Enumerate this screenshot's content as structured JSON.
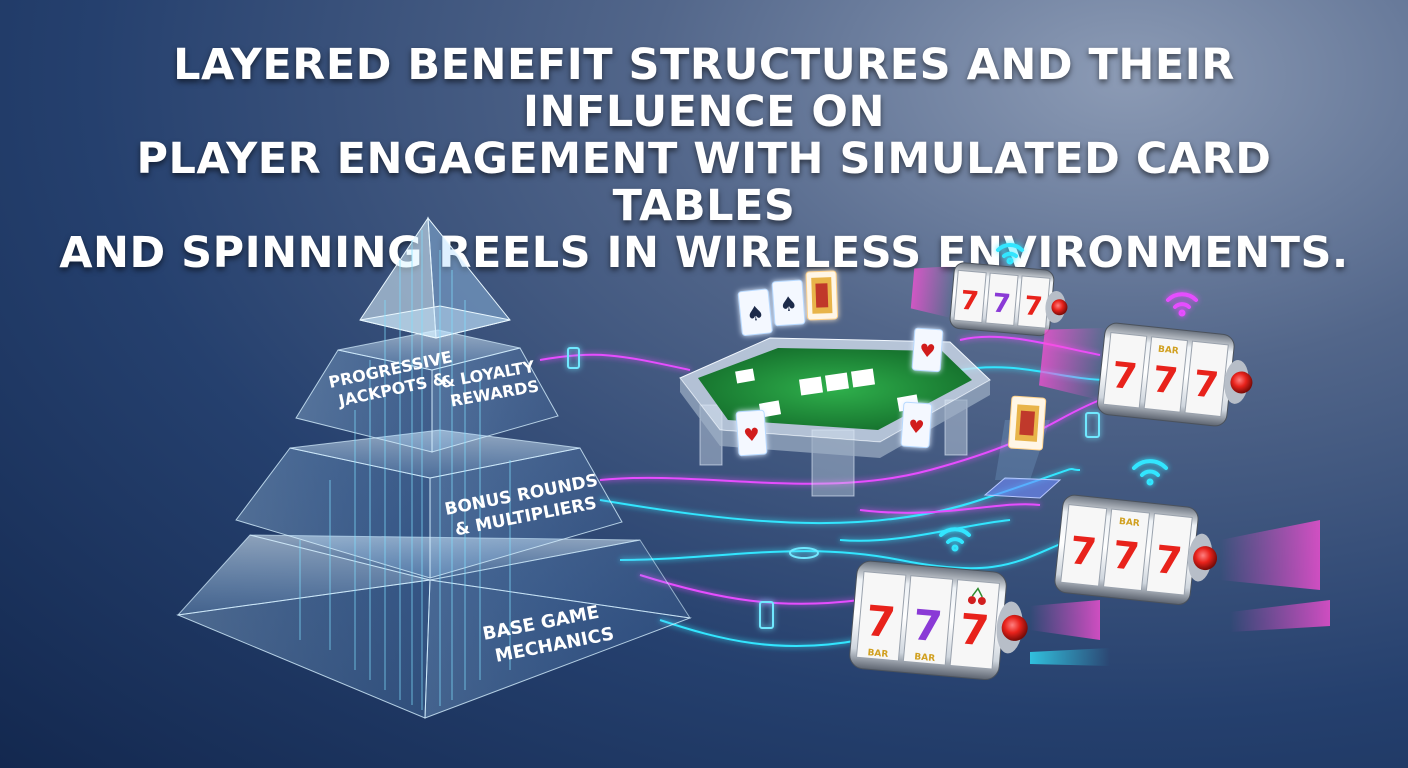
{
  "title": {
    "line1": "LAYERED BENEFIT STRUCTURES AND THEIR INFLUENCE ON",
    "line2": "PLAYER ENGAGEMENT WITH SIMULATED CARD TABLES",
    "line3": "AND SPINNING REELS IN WIRELESS ENVIRONMENTS."
  },
  "pyramid": {
    "tier_progressive": {
      "line1": "PROGRESSIVE",
      "line2": "JACKPOTS &"
    },
    "tier_loyalty": {
      "line1": "& LOYALTY",
      "line2": "REWARDS"
    },
    "tier_bonus": {
      "line1": "BONUS ROUNDS",
      "line2": "& MULTIPLIERS"
    },
    "tier_base": {
      "line1": "BASE GAME",
      "line2": "MECHANICS"
    }
  },
  "reels": {
    "symbol_seven": "7",
    "symbol_bar": "BAR"
  },
  "colors": {
    "felt": "#1f8a3a",
    "neon_cyan": "#33e6ff",
    "neon_magenta": "#e64dff",
    "seven_red": "#e8221b",
    "seven_purple": "#8a3ad6"
  },
  "icons": [
    "wifi-icon",
    "smartphone-icon",
    "playing-card-icon",
    "slot-reel-icon",
    "cherry-icon"
  ]
}
